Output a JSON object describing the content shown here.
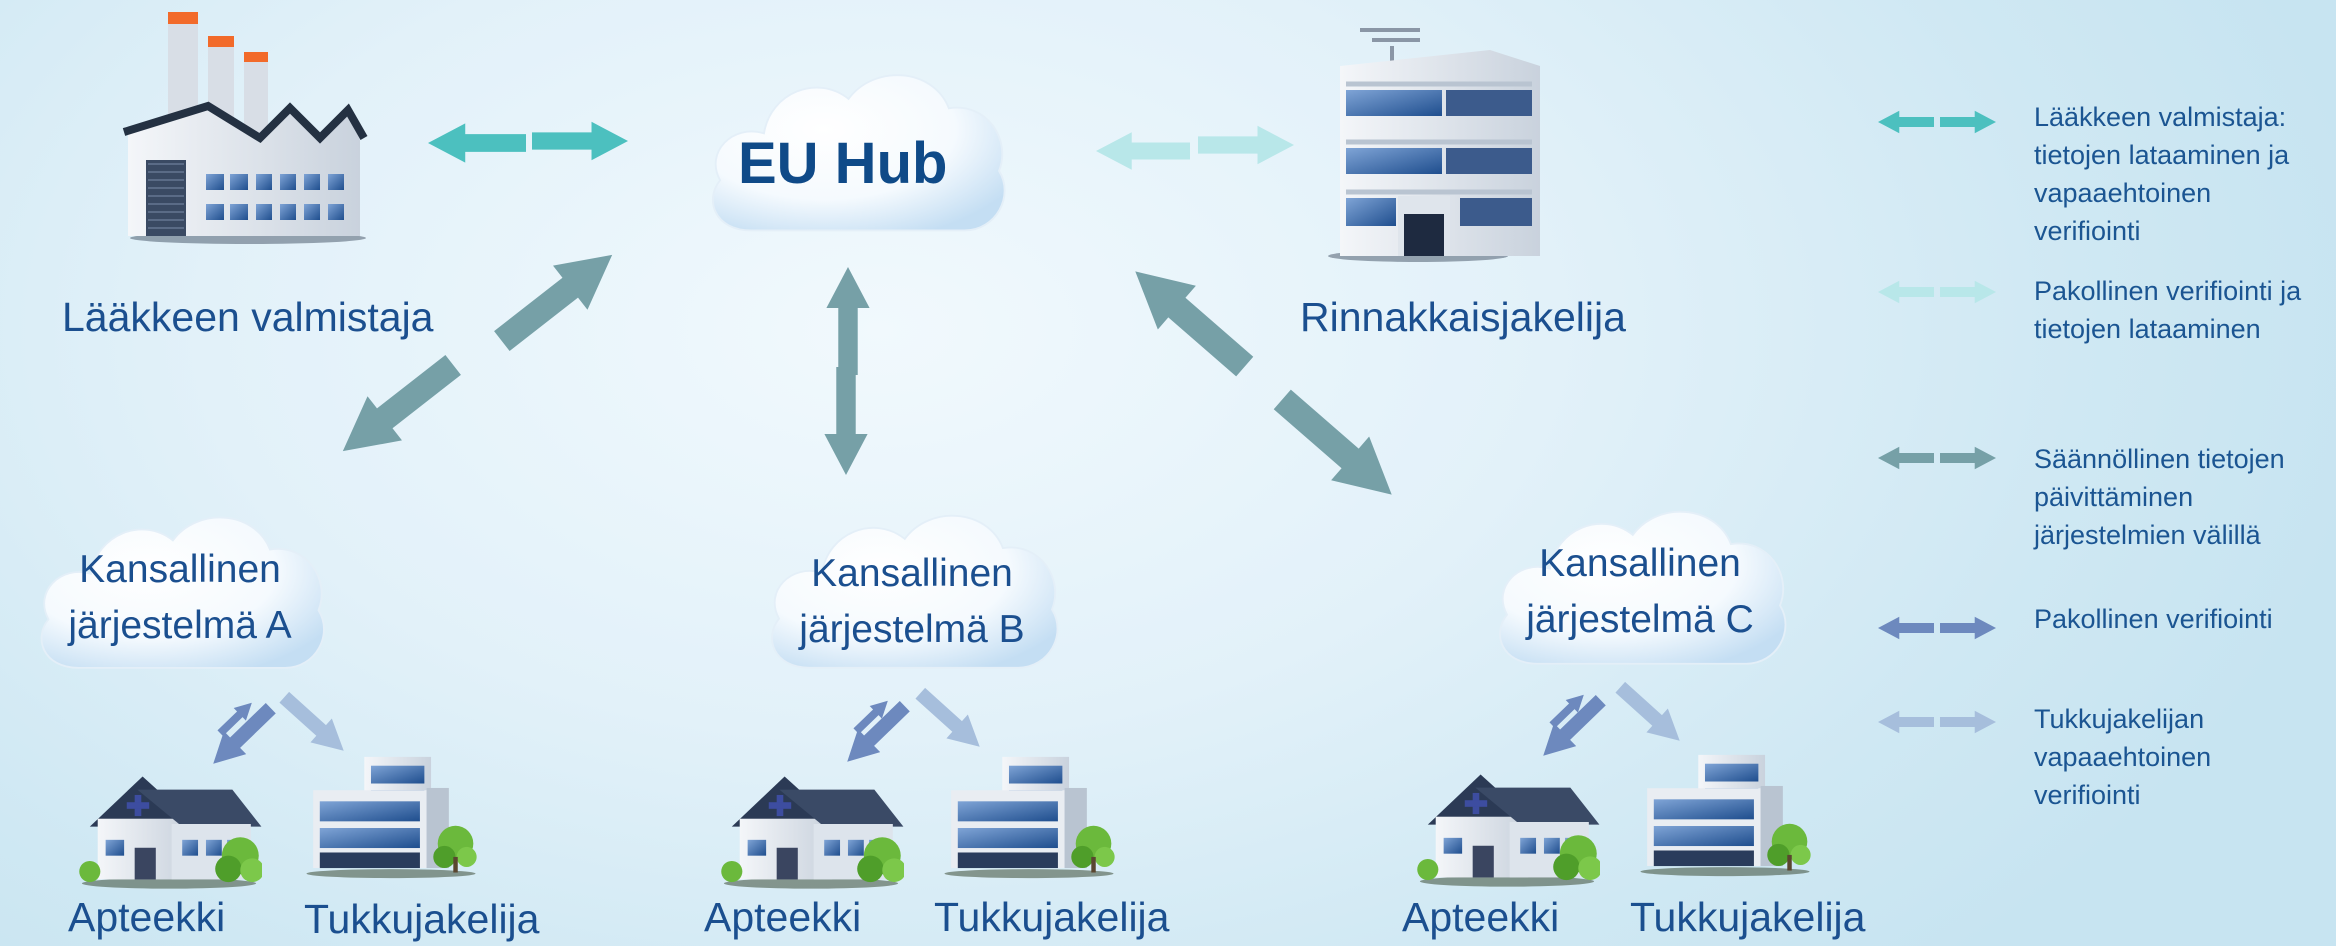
{
  "hub": {
    "label": "EU Hub"
  },
  "manufacturer": {
    "label": "Lääkkeen valmistaja"
  },
  "parallel_distributor": {
    "label": "Rinnakkaisjakelija"
  },
  "national_systems": [
    {
      "line1": "Kansallinen",
      "line2": "järjestelmä A"
    },
    {
      "line1": "Kansallinen",
      "line2": "järjestelmä B"
    },
    {
      "line1": "Kansallinen",
      "line2": "järjestelmä C"
    }
  ],
  "endpoints": {
    "pharmacy": "Apteekki",
    "wholesaler": "Tukkujakelija"
  },
  "legend": [
    {
      "text": "Lääkkeen valmistaja:\ntietojen lataaminen ja\nvapaaehtoinen\nverifiointi",
      "color": "#4cc0bf"
    },
    {
      "text": "Pakollinen verifiointi ja\ntietojen lataaminen",
      "color": "#b3e6e8"
    },
    {
      "text": "Säännöllinen tietojen\npäivittäminen\njärjestelmien välillä",
      "color": "#76a0a7"
    },
    {
      "text": "Pakollinen verifiointi",
      "color": "#6d89be"
    },
    {
      "text": "Tukkujakelijan\nvapaaehtoinen\nverifiointi",
      "color": "#a6bedc"
    }
  ],
  "colors": {
    "text": "#1b4f8f",
    "teal": "#4cc0bf",
    "light_teal": "#b3e6e8",
    "gray_teal": "#76a0a7",
    "blue": "#6d89be",
    "light_blue": "#a6bedc"
  }
}
